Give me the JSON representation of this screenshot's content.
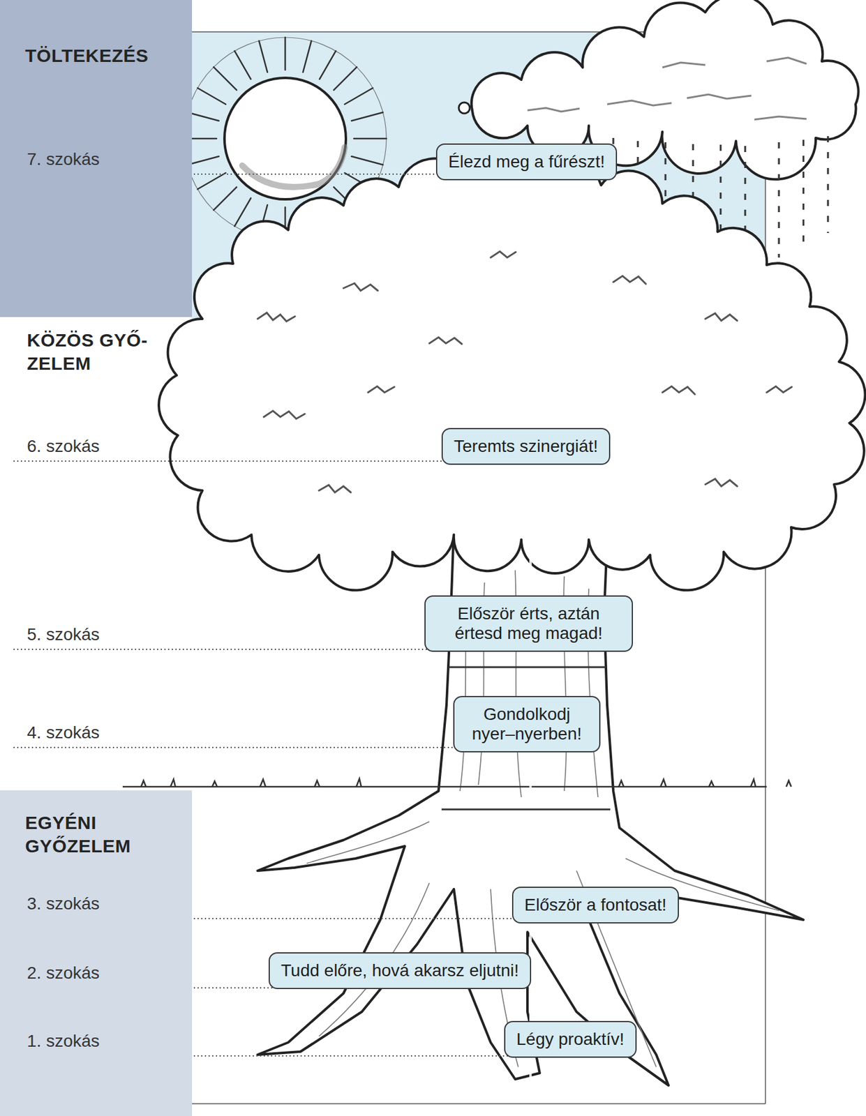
{
  "diagram": {
    "nodes": [
      {
        "text": [
          "TÖLTEKEZÉS"
        ]
      },
      {
        "text": [
          "Élezd meg a fűrészt!"
        ]
      },
      {
        "text": [
          "Teremts szinergiát!"
        ]
      },
      {
        "text": [
          "Először érts, aztán értesd meg magad!"
        ]
      },
      {
        "text": [
          "Gondolkodj nyer–nyerben!"
        ]
      },
      {
        "text": [
          "EGYÉNI GYŐZELEM"
        ]
      },
      {
        "text": [
          "Először a fontosat!"
        ]
      },
      {
        "text": [
          "Tudd előre, hová akarsz eljutni!"
        ]
      },
      {
        "text": [
          "Légy proaktív!"
        ]
      }
    ],
    "labels": [
      "7. szokás",
      "KÖZÖS GYŐ- ZELEM",
      "6. szokás",
      "5. szokás",
      "4. szokás",
      "3. szokás",
      "2. szokás",
      "1. szokás"
    ]
  }
}
